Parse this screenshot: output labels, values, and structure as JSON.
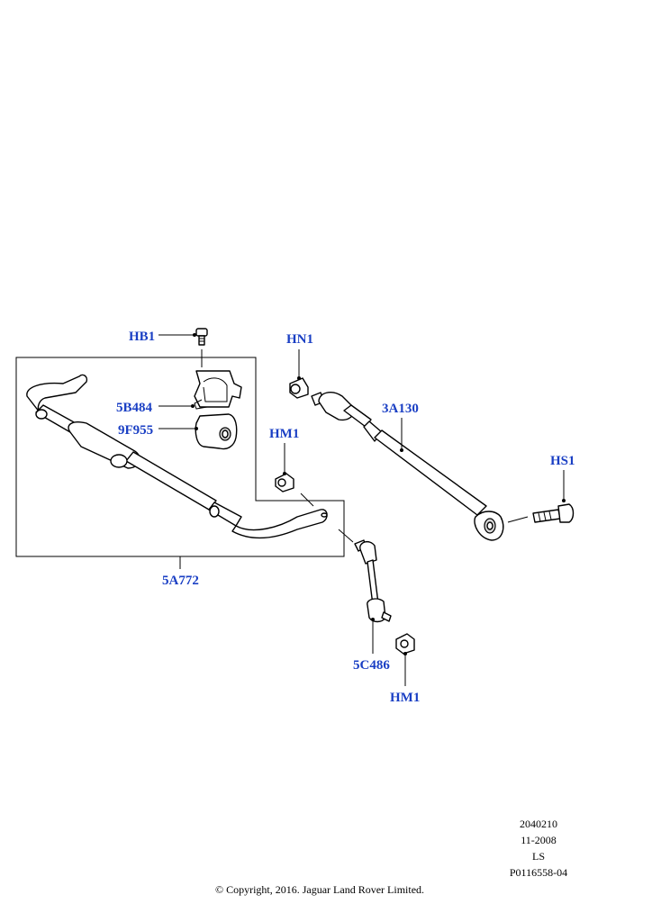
{
  "callouts": [
    {
      "id": "hb1",
      "text": "HB1"
    },
    {
      "id": "5b484",
      "text": "5B484"
    },
    {
      "id": "9f955",
      "text": "9F955"
    },
    {
      "id": "hn1",
      "text": "HN1"
    },
    {
      "id": "3a130",
      "text": "3A130"
    },
    {
      "id": "hm1_top",
      "text": "HM1"
    },
    {
      "id": "hs1",
      "text": "HS1"
    },
    {
      "id": "5a772",
      "text": "5A772"
    },
    {
      "id": "5c486",
      "text": "5C486"
    },
    {
      "id": "hm1_bottom",
      "text": "HM1"
    }
  ],
  "info": {
    "line1": "2040210",
    "line2": "11-2008",
    "line3": "LS",
    "line4": "P0116558-04"
  },
  "copyright": "© Copyright, 2016. Jaguar Land Rover Limited.",
  "colors": {
    "callout": "#1a3fc4",
    "line": "#000000",
    "background": "#ffffff"
  }
}
